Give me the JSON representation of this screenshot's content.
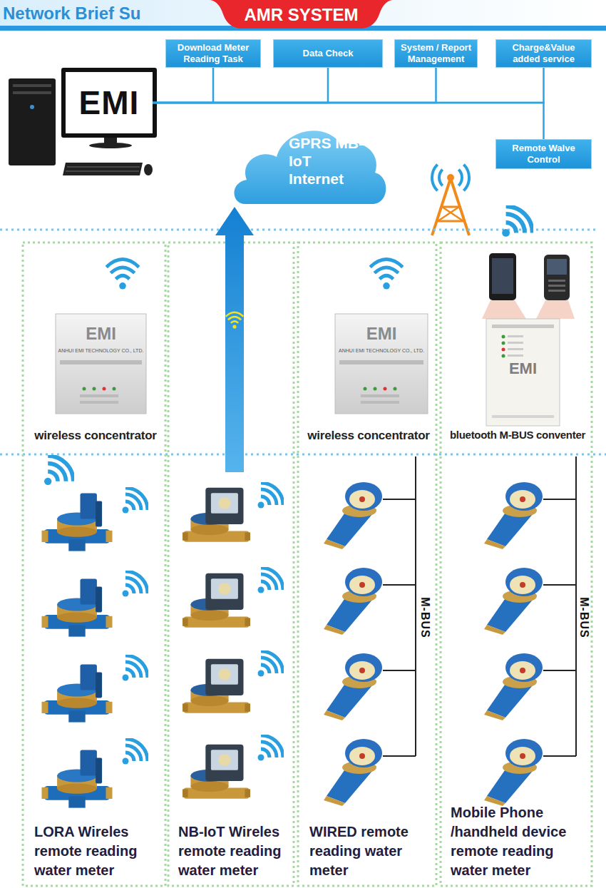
{
  "diagram": {
    "title": "AMR SYSTEM",
    "nodes": [
      {
        "text": [
          "EMI"
        ]
      },
      {
        "text": [
          "Download Meter Reading Task"
        ]
      },
      {
        "text": [
          "Data Check"
        ]
      },
      {
        "text": [
          "System / Report Management"
        ]
      },
      {
        "text": [
          "Charge&Value added service"
        ]
      },
      {
        "text": [
          "Remote Walve Control"
        ]
      },
      {
        "text": [
          "GPRS MB-IoT Internet"
        ]
      },
      {
        "text": [
          "EMI",
          "ANHUI EMI TECHNOLOGY CO., LTD.",
          "wireless concentrator"
        ]
      },
      {
        "text": [
          "EMI",
          "ANHUI EMI TECHNOLOGY CO., LTD.",
          "wireless concentrator"
        ]
      },
      {
        "text": [
          "EMI",
          "bluetooth M-BUS conventer"
        ]
      },
      {
        "text": [
          "LORA Wireles remote reading water meter"
        ]
      },
      {
        "text": [
          "NB-IoT Wireles remote reading water meter"
        ]
      },
      {
        "text": [
          "WIRED remote reading water meter"
        ]
      },
      {
        "text": [
          "Mobile Phone /handheld device remote reading water meter"
        ]
      }
    ],
    "edges": [
      {
        "from": 0,
        "to": 1,
        "arrow": "none"
      },
      {
        "from": 0,
        "to": 2,
        "arrow": "none"
      },
      {
        "from": 0,
        "to": 3,
        "arrow": "none"
      },
      {
        "from": 0,
        "to": 4,
        "arrow": "none"
      },
      {
        "from": 0,
        "to": 5,
        "arrow": "none"
      },
      {
        "from": 11,
        "to": 6,
        "arrow": "to"
      }
    ],
    "labels": [
      "Network Brief Su",
      "M-BUS",
      "M-BUS"
    ]
  }
}
